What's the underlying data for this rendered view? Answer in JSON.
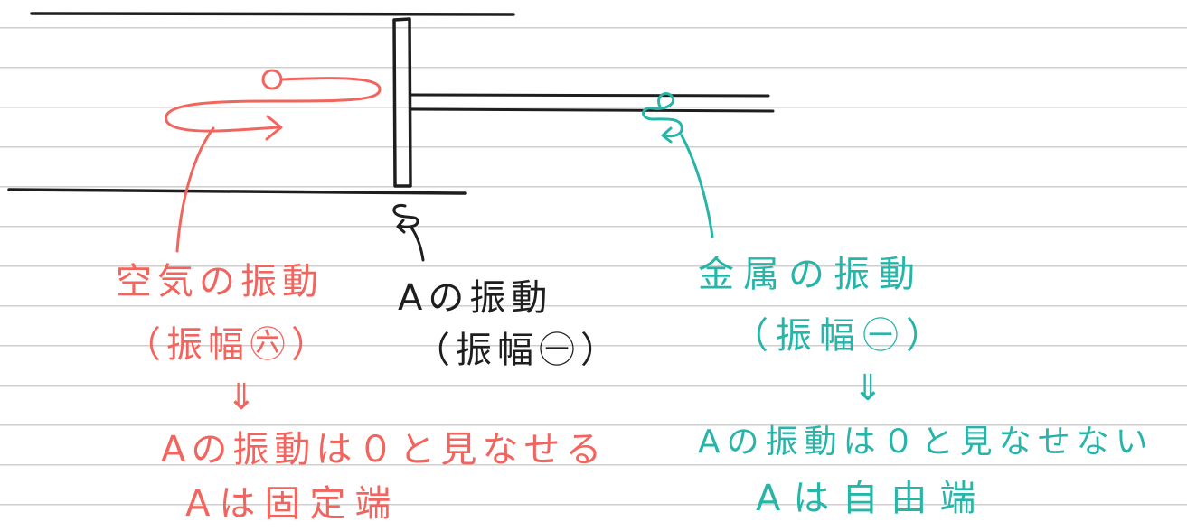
{
  "colors": {
    "air": "#f2655e",
    "metal": "#26b5a8",
    "ink": "#1e1e1e",
    "ruled_line": "#cfcfcf"
  },
  "labels": {
    "air_vibration": "空気の振動",
    "air_amplitude": "（振幅㊅）",
    "air_implies": "⇓",
    "air_conclusion": "Aの振動は０と見なせる",
    "air_result": "Aは固定端",
    "a_vibration": "Aの振動",
    "a_amplitude": "（振幅㊀）",
    "metal_vibration": "金属の振動",
    "metal_amplitude": "（振幅㊀）",
    "metal_implies": "⇓",
    "metal_conclusion": "Aの振動は０と見なせない",
    "metal_result": "Aは自由端"
  }
}
